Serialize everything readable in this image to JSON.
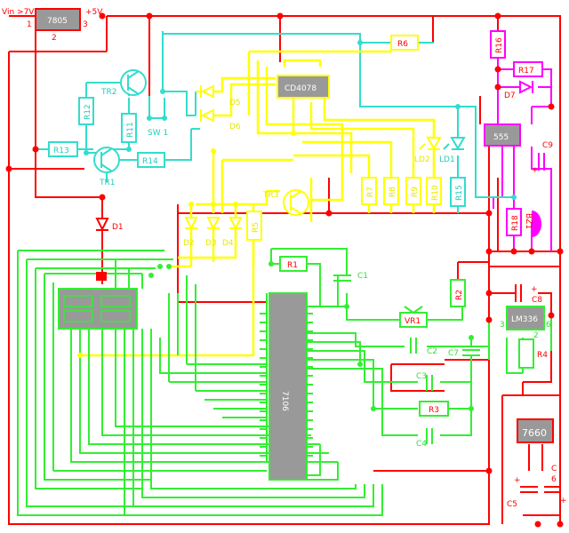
{
  "power": {
    "vin": "Vin >7V",
    "vout": "+5V",
    "pin1": "1",
    "pin2": "2",
    "pin3": "3"
  },
  "chips": {
    "reg": "7805",
    "cd4078": "CD4078",
    "t555": "555",
    "i7660": "7660",
    "ic_big": "7106",
    "ic_small": "LM336"
  },
  "resistors": {
    "r1": "R1",
    "r2": "R2",
    "r3": "R3",
    "r4": "R4",
    "r5": "R5",
    "r6": "R6",
    "r7": "R7",
    "r8": "R8",
    "r9": "R9",
    "r10": "R10",
    "r11": "R11",
    "r12": "R12",
    "r13": "R13",
    "r14": "R14",
    "r15": "R15",
    "r16": "R16",
    "r17": "R17",
    "r18": "R18",
    "vr1": "VR1"
  },
  "caps": {
    "c1": "C1",
    "c2": "C2",
    "c3": "C3",
    "c4": "C4",
    "c5": "C5",
    "c6": "C6",
    "c7": "C7",
    "c8": "C8",
    "c9": "C9",
    "plus": "+"
  },
  "semis": {
    "d1": "D1",
    "d2": "D2",
    "d3": "D3",
    "d4": "D4",
    "d5": "D5",
    "d6": "D6",
    "d7": "D7",
    "ld1": "LD1",
    "ld2": "LD2",
    "tr1": "TR1",
    "tr2": "TR2",
    "tr3": "TR3",
    "sw1": "SW 1",
    "bz1": "BZ1"
  },
  "pins": {
    "p2": "2",
    "p3": "3",
    "p6": "6"
  },
  "colors": {
    "red": "#ff0000",
    "yellow": "#ffff00",
    "green": "#33ee33",
    "cyan": "#33ddcc",
    "magenta": "#ff00ff",
    "chip": "#999999"
  }
}
